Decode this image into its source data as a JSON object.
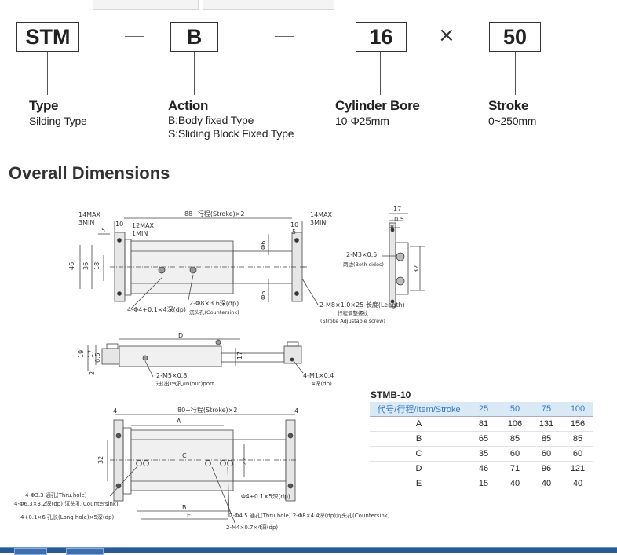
{
  "model_code": {
    "parts": [
      "STM",
      "B",
      "16",
      "50"
    ],
    "separators": [
      "—",
      "—",
      "×"
    ]
  },
  "legend": [
    {
      "title": "Type",
      "lines": [
        "Silding Type"
      ]
    },
    {
      "title": "Action",
      "lines": [
        "B:Body fixed Type",
        "S:Sliding Block Fixed Type"
      ]
    },
    {
      "title": "Cylinder Bore",
      "lines": [
        "10-Φ25mm"
      ]
    },
    {
      "title": "Stroke",
      "lines": [
        "0~250mm"
      ]
    }
  ],
  "section_heading": "Overall Dimensions",
  "drawing_labels": {
    "top_left_max": "14MAX",
    "top_left_min": "3MIN",
    "d5": "5",
    "d10a": "10",
    "max12": "12MAX",
    "min1": "1MIN",
    "length_top": "88+行程(Stroke)×2",
    "top_right_max": "14MAX",
    "top_right_min": "3MIN",
    "d10b": "10",
    "d5b": "5",
    "d46": "46",
    "d36": "36",
    "d18": "18",
    "phi6a": "Φ6",
    "phi6b": "Φ6",
    "note_phi8": "2-Φ8×3.6深(dp)",
    "note_phi8_sub": "沉头孔(Countersink)",
    "note_phi4": "4-Φ4+0.1×4深(dp)",
    "note_m8": "2-M8×1.0×25 长度(Length)",
    "note_m8_sub1": "行程调整螺纹",
    "note_m8_sub2": "(Stroke Adjustable screw)",
    "side_17": "17",
    "side_105": "10.5",
    "side_8": "8",
    "side_32": "32",
    "side_m3": "2-M3×0.5",
    "side_m3_sub": "两边(Both sides)",
    "mid_D": "D",
    "mid_19": "19",
    "mid_17": "17",
    "mid_65": "6.5",
    "mid_2": "2",
    "mid_17b": "17",
    "mid_m5": "2-M5×0.8",
    "mid_m5_sub": "进(出)气孔/In(out)port",
    "mid_m1": "4-M1×0.4",
    "mid_m1_sub": "4深(dp)",
    "bot_4a": "4",
    "bot_4b": "4",
    "bot_length": "80+行程(Stroke)×2",
    "bot_A": "A",
    "bot_32": "32",
    "bot_C": "C",
    "bot_44": "44",
    "bot_B": "B",
    "bot_E": "E",
    "bot_n1": "4-Φ3.3 通孔(Thru.hole)",
    "bot_n2": "4-Φ6.3×3.2深(dp) 沉头孔(Countersink)",
    "bot_n3": "4+0.1×6 孔长(Long hole)×5深(dp)",
    "bot_n4": "Φ4+0.1×5深(dp)",
    "bot_n5": "2-Φ4.5 通孔(Thru.hole) 2-Φ8×4.4深(dp)沉头孔(Countersink)",
    "bot_n6": "2-M4×0.7×4深(dp)"
  },
  "table": {
    "title": "STMB-10",
    "headers": [
      "代号/行程/Item/Stroke",
      "25",
      "50",
      "75",
      "100"
    ],
    "rows": [
      [
        "A",
        "81",
        "106",
        "131",
        "156"
      ],
      [
        "B",
        "65",
        "85",
        "85",
        "85"
      ],
      [
        "C",
        "35",
        "60",
        "60",
        "60"
      ],
      [
        "D",
        "46",
        "71",
        "96",
        "121"
      ],
      [
        "E",
        "15",
        "40",
        "40",
        "40"
      ]
    ]
  },
  "colors": {
    "table_header_bg": "#d9e9f6",
    "table_header_text": "#3a7abf",
    "taskbar": "#2a5a95"
  }
}
